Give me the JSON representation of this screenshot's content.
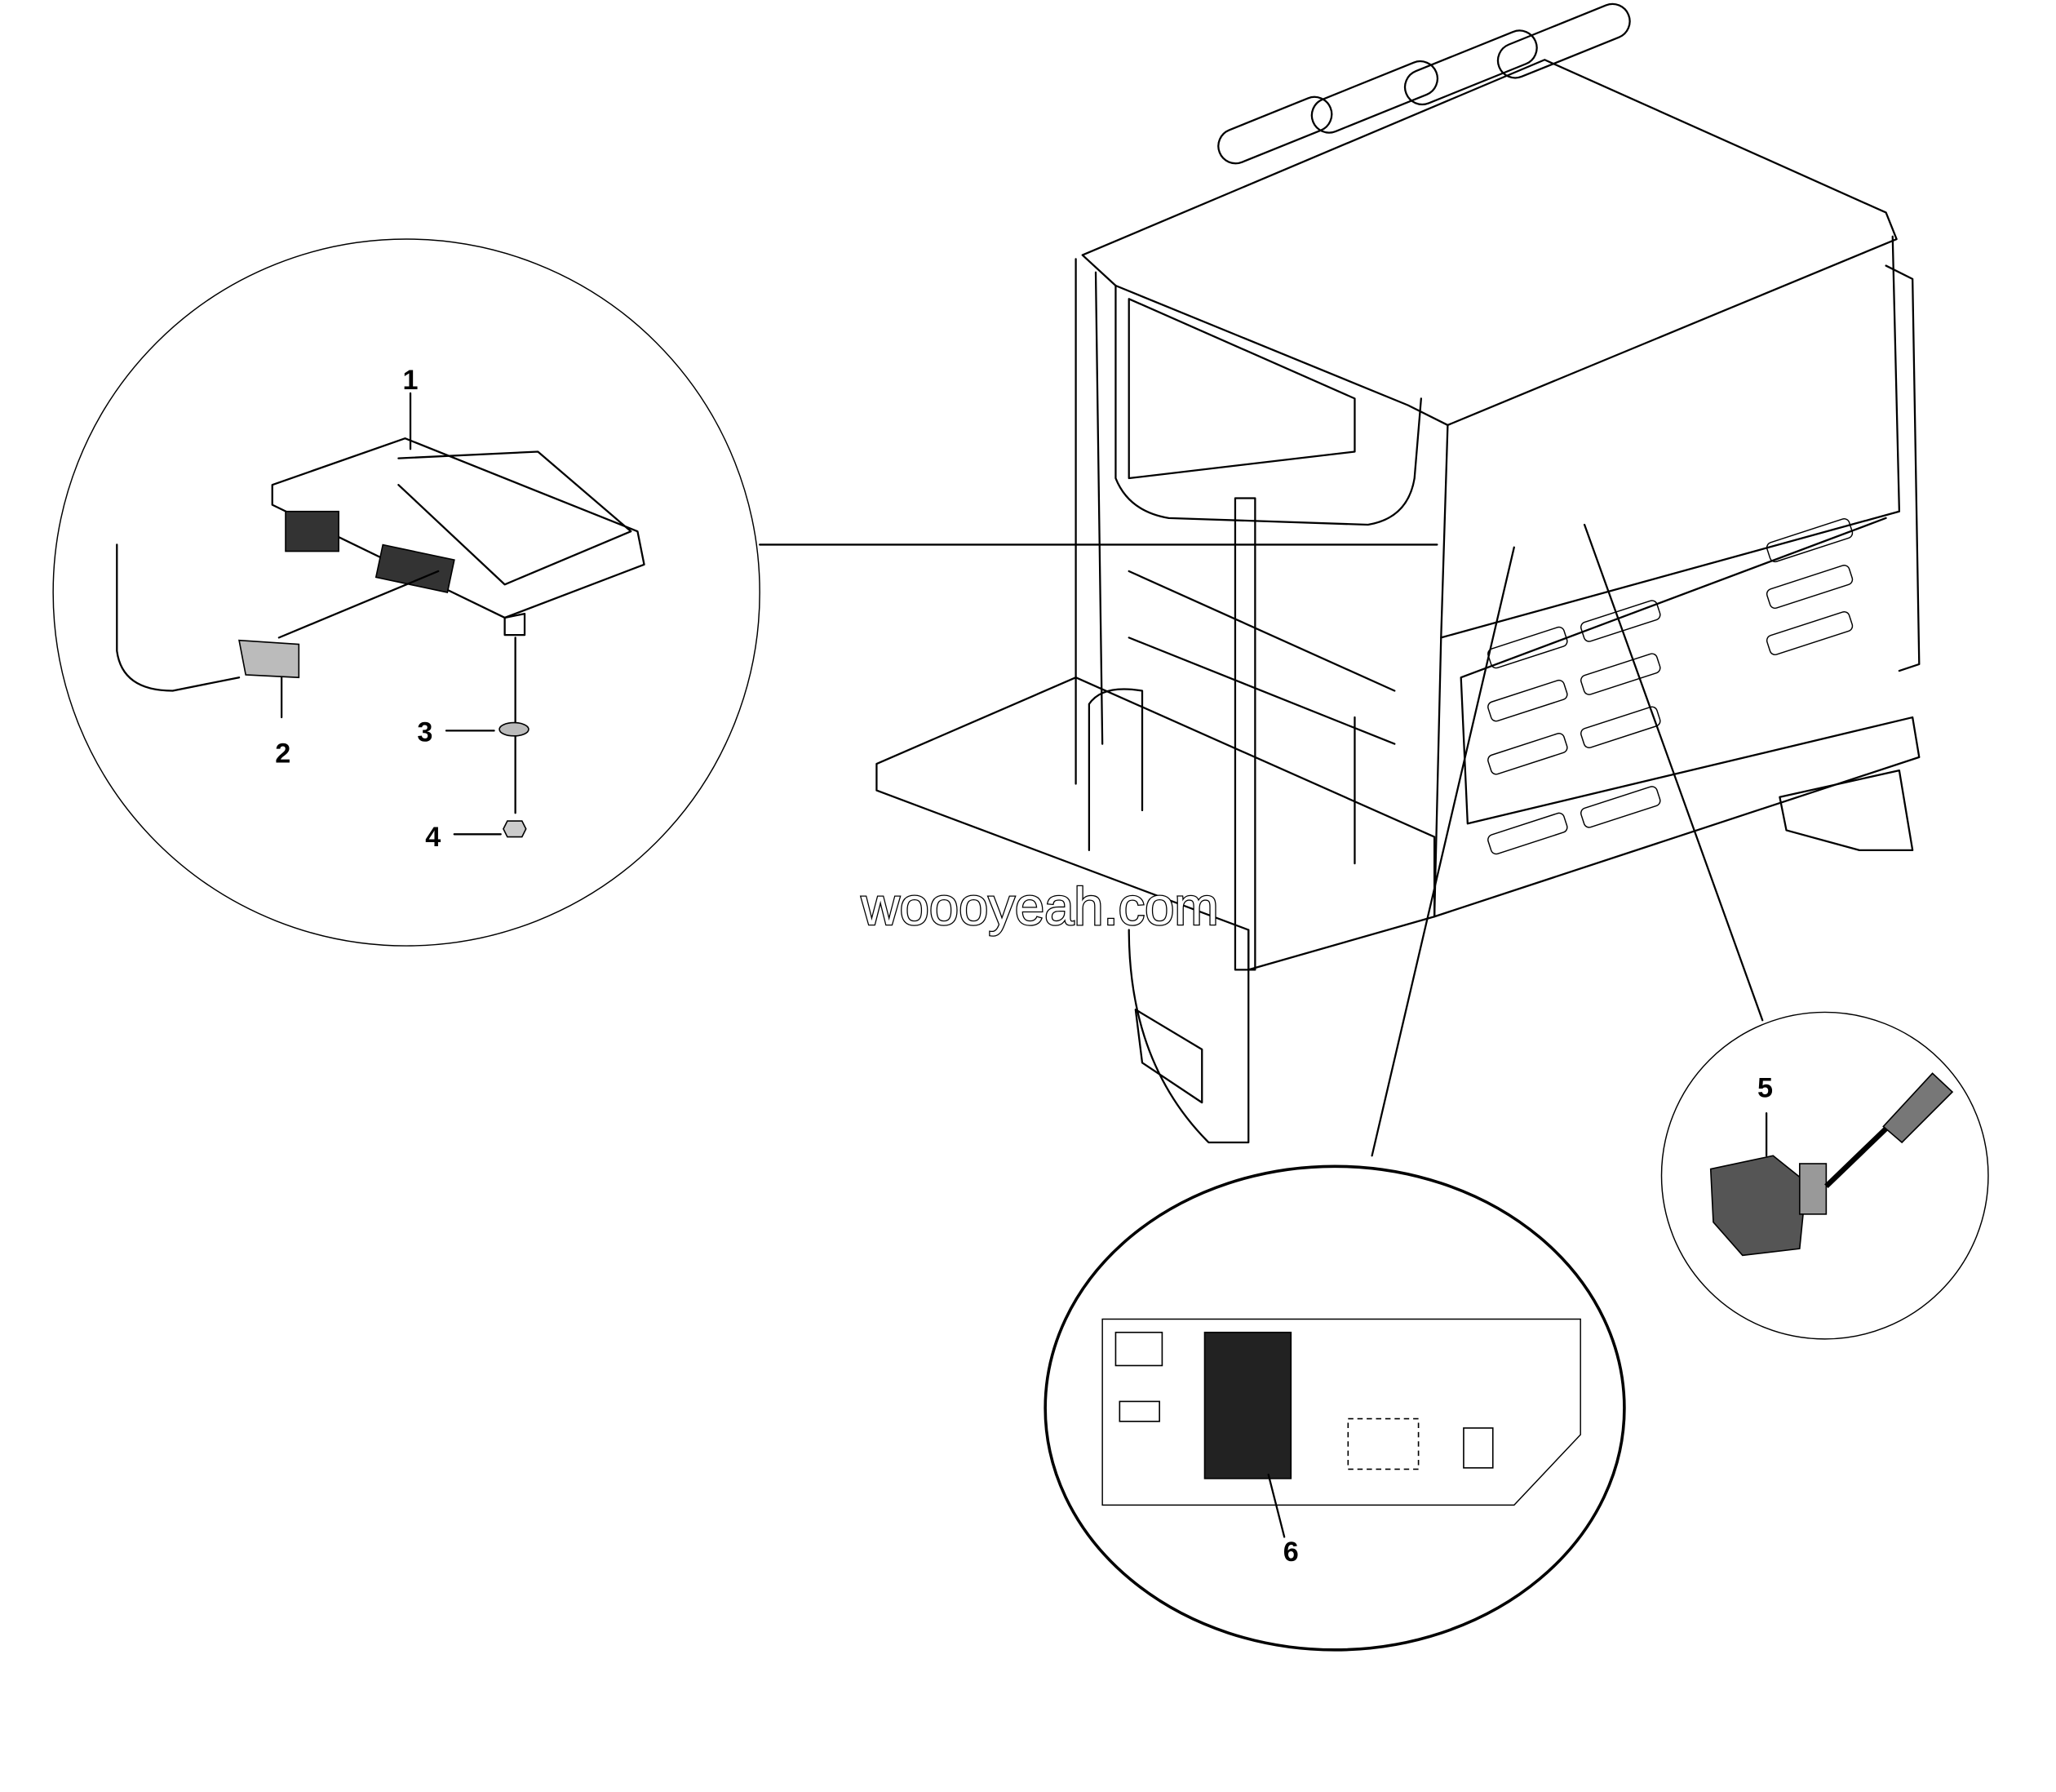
{
  "diagram": {
    "callouts": [
      {
        "id": "1",
        "label": "1"
      },
      {
        "id": "2",
        "label": "2"
      },
      {
        "id": "3",
        "label": "3"
      },
      {
        "id": "4",
        "label": "4"
      },
      {
        "id": "5",
        "label": "5"
      },
      {
        "id": "6",
        "label": "6"
      }
    ],
    "watermark": "woooyeah.com"
  }
}
